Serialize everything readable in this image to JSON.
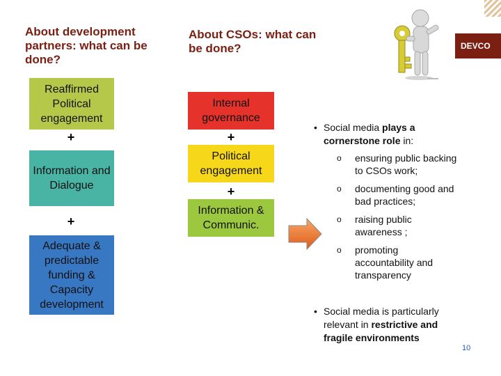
{
  "left_column": {
    "heading": "About development partners: what can be done?",
    "boxes": [
      "Reaffirmed Political engagement",
      "Information and Dialogue",
      "Adequate & predictable funding & Capacity development"
    ],
    "plus": "+"
  },
  "middle_column": {
    "heading": "About CSOs: what can be done?",
    "boxes": [
      "Internal governance",
      "Political engagement",
      "Information & Communic."
    ],
    "plus": "+"
  },
  "brand": {
    "label": "DEVCO"
  },
  "right_column": {
    "bullet_glyph": "•",
    "sub_glyph": "o",
    "bullet1": {
      "prefix": "Social media ",
      "bold": "plays a cornerstone role",
      "suffix": " in:"
    },
    "subitems": [
      "ensuring public backing to CSOs work;",
      "documenting good and bad practices;",
      "raising public awareness ;",
      "promoting accountability and transparency"
    ],
    "bullet2": {
      "prefix": "Social media is particularly relevant in ",
      "bold": "restrictive and fragile environments",
      "suffix": ""
    }
  },
  "page_number": "10",
  "colors": {
    "heading": "#7a1f12",
    "green": "#b6c84a",
    "teal": "#49b3a4",
    "blue": "#3877c2",
    "red": "#e5322a",
    "yellow": "#f6d71a",
    "lime": "#9cc83f",
    "arrow": "#f07d33"
  }
}
